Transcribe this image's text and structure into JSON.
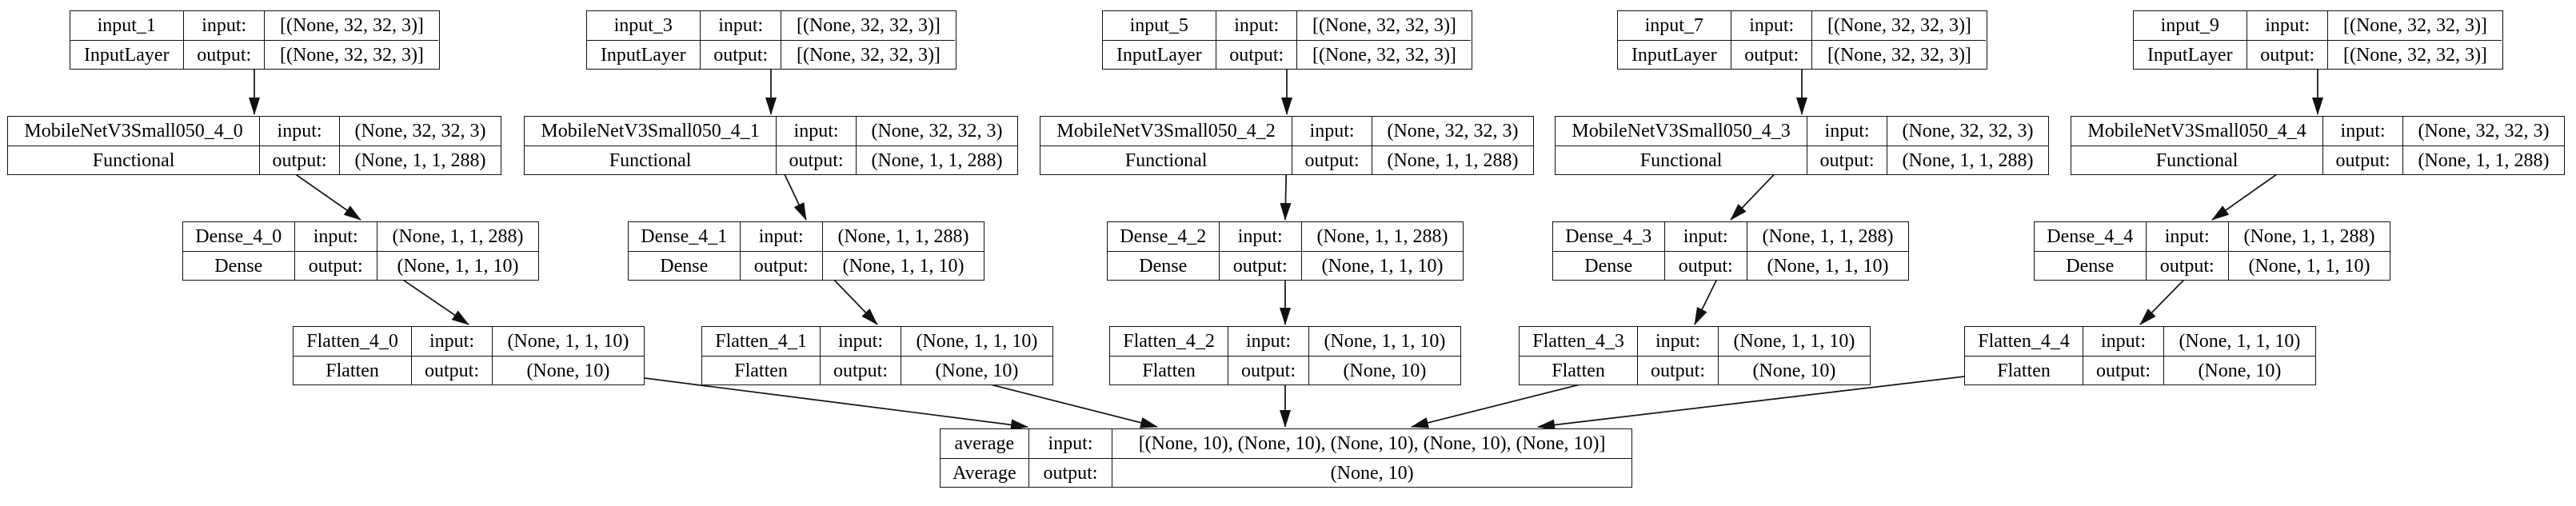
{
  "model_diagram": {
    "io_labels": {
      "input": "input:",
      "output": "output:"
    },
    "branches": [
      {
        "layers": [
          {
            "name": "input_1",
            "type": "InputLayer",
            "input_shape": "[(None, 32, 32, 3)]",
            "output_shape": "[(None, 32, 32, 3)]"
          },
          {
            "name": "MobileNetV3Small050_4_0",
            "type": "Functional",
            "input_shape": "(None, 32, 32, 3)",
            "output_shape": "(None, 1, 1, 288)"
          },
          {
            "name": "Dense_4_0",
            "type": "Dense",
            "input_shape": "(None, 1, 1, 288)",
            "output_shape": "(None, 1, 1, 10)"
          },
          {
            "name": "Flatten_4_0",
            "type": "Flatten",
            "input_shape": "(None, 1, 1, 10)",
            "output_shape": "(None, 10)"
          }
        ]
      },
      {
        "layers": [
          {
            "name": "input_3",
            "type": "InputLayer",
            "input_shape": "[(None, 32, 32, 3)]",
            "output_shape": "[(None, 32, 32, 3)]"
          },
          {
            "name": "MobileNetV3Small050_4_1",
            "type": "Functional",
            "input_shape": "(None, 32, 32, 3)",
            "output_shape": "(None, 1, 1, 288)"
          },
          {
            "name": "Dense_4_1",
            "type": "Dense",
            "input_shape": "(None, 1, 1, 288)",
            "output_shape": "(None, 1, 1, 10)"
          },
          {
            "name": "Flatten_4_1",
            "type": "Flatten",
            "input_shape": "(None, 1, 1, 10)",
            "output_shape": "(None, 10)"
          }
        ]
      },
      {
        "layers": [
          {
            "name": "input_5",
            "type": "InputLayer",
            "input_shape": "[(None, 32, 32, 3)]",
            "output_shape": "[(None, 32, 32, 3)]"
          },
          {
            "name": "MobileNetV3Small050_4_2",
            "type": "Functional",
            "input_shape": "(None, 32, 32, 3)",
            "output_shape": "(None, 1, 1, 288)"
          },
          {
            "name": "Dense_4_2",
            "type": "Dense",
            "input_shape": "(None, 1, 1, 288)",
            "output_shape": "(None, 1, 1, 10)"
          },
          {
            "name": "Flatten_4_2",
            "type": "Flatten",
            "input_shape": "(None, 1, 1, 10)",
            "output_shape": "(None, 10)"
          }
        ]
      },
      {
        "layers": [
          {
            "name": "input_7",
            "type": "InputLayer",
            "input_shape": "[(None, 32, 32, 3)]",
            "output_shape": "[(None, 32, 32, 3)]"
          },
          {
            "name": "MobileNetV3Small050_4_3",
            "type": "Functional",
            "input_shape": "(None, 32, 32, 3)",
            "output_shape": "(None, 1, 1, 288)"
          },
          {
            "name": "Dense_4_3",
            "type": "Dense",
            "input_shape": "(None, 1, 1, 288)",
            "output_shape": "(None, 1, 1, 10)"
          },
          {
            "name": "Flatten_4_3",
            "type": "Flatten",
            "input_shape": "(None, 1, 1, 10)",
            "output_shape": "(None, 10)"
          }
        ]
      },
      {
        "layers": [
          {
            "name": "input_9",
            "type": "InputLayer",
            "input_shape": "[(None, 32, 32, 3)]",
            "output_shape": "[(None, 32, 32, 3)]"
          },
          {
            "name": "MobileNetV3Small050_4_4",
            "type": "Functional",
            "input_shape": "(None, 32, 32, 3)",
            "output_shape": "(None, 1, 1, 288)"
          },
          {
            "name": "Dense_4_4",
            "type": "Dense",
            "input_shape": "(None, 1, 1, 288)",
            "output_shape": "(None, 1, 1, 10)"
          },
          {
            "name": "Flatten_4_4",
            "type": "Flatten",
            "input_shape": "(None, 1, 1, 10)",
            "output_shape": "(None, 10)"
          }
        ]
      }
    ],
    "merge_layer": {
      "name": "average",
      "type": "Average",
      "input_shape": "[(None, 10), (None, 10), (None, 10), (None, 10), (None, 10)]",
      "output_shape": "(None, 10)"
    },
    "edge_color": "#111111",
    "background_color": "#ffffff"
  }
}
